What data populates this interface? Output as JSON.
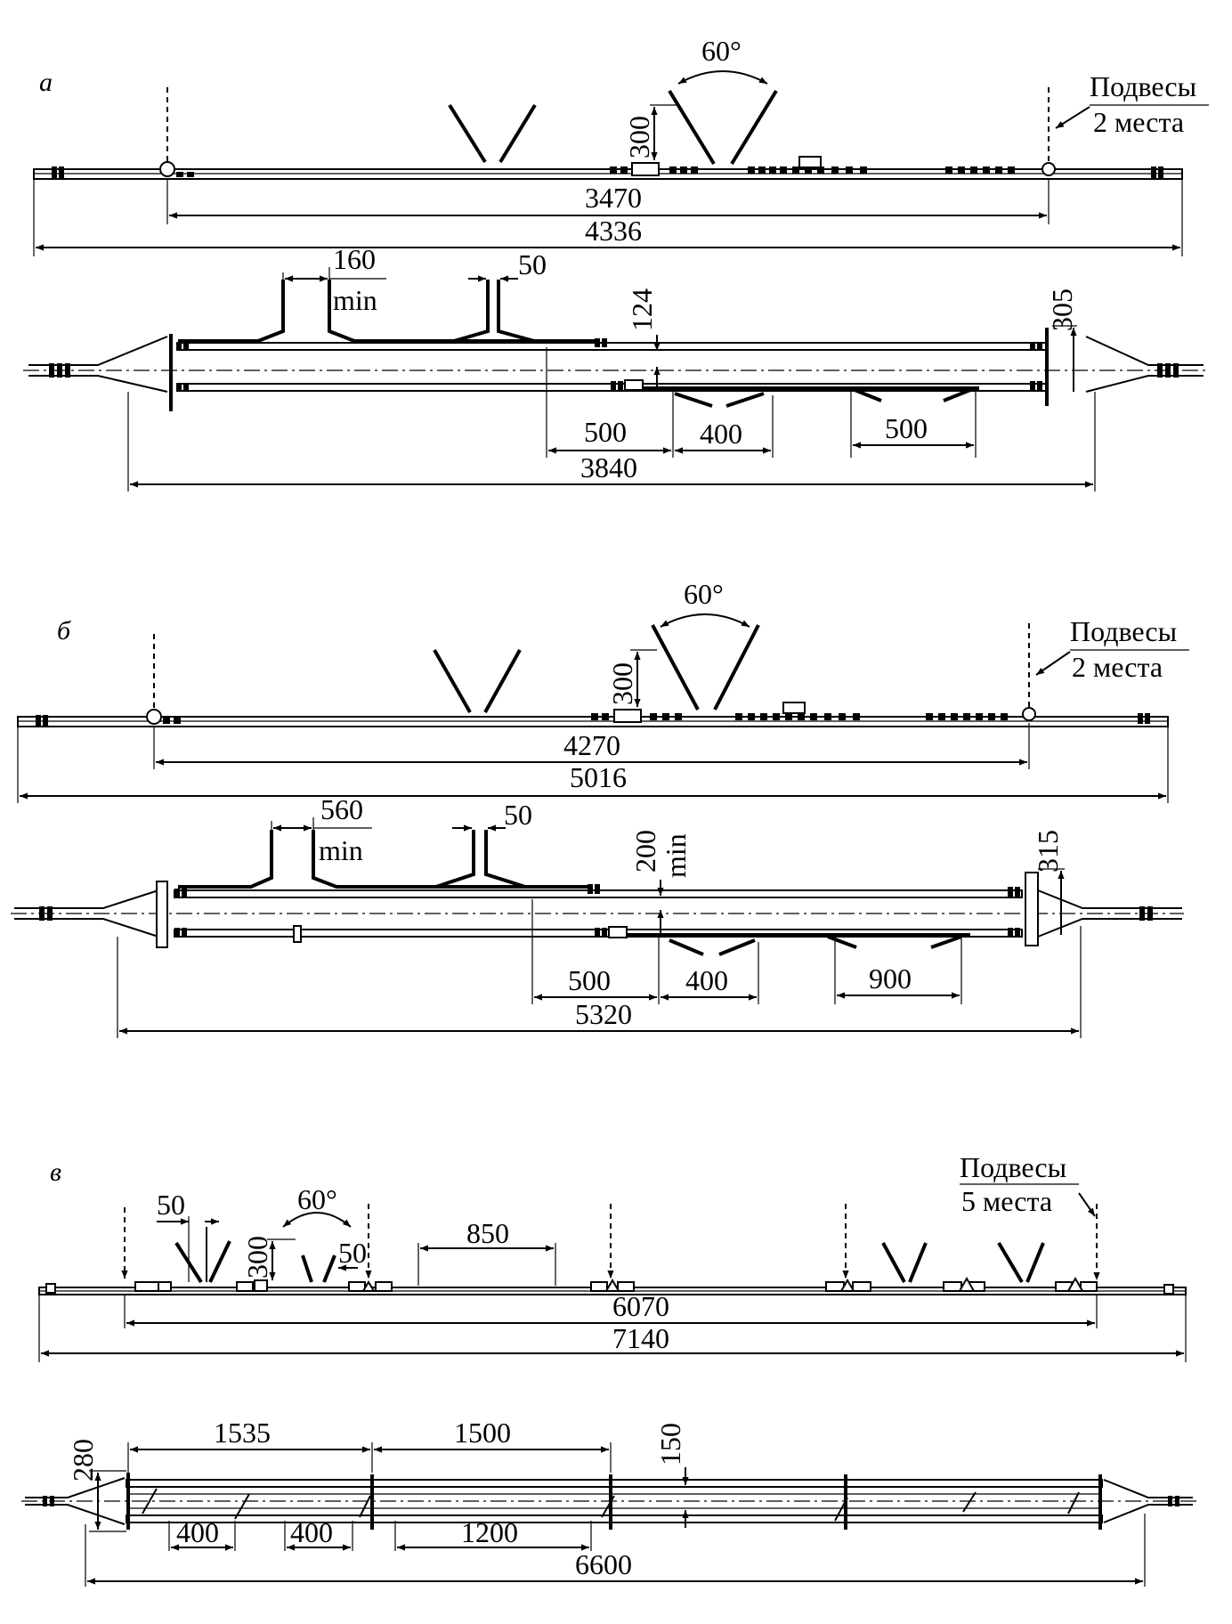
{
  "panels": {
    "a": {
      "label": "а",
      "side": {
        "angle": "60°",
        "height": "300",
        "inner_length": "3470",
        "total_length": "4336",
        "hangers_line1": "Подвесы",
        "hangers_line2": "2 места"
      },
      "plan": {
        "gap": "160",
        "gap_note": "min",
        "offset_small": "50",
        "vertical_gap": "124",
        "end_width": "305",
        "seg_500_left": "500",
        "seg_400": "400",
        "seg_500_right": "500",
        "length": "3840"
      }
    },
    "b": {
      "label": "б",
      "side": {
        "angle": "60°",
        "height": "300",
        "inner_length": "4270",
        "total_length": "5016",
        "hangers_line1": "Подвесы",
        "hangers_line2": "2 места"
      },
      "plan": {
        "gap": "560",
        "gap_note": "min",
        "offset_small": "50",
        "vertical_gap": "200",
        "vertical_gap_note": "min",
        "end_width": "315",
        "seg_500": "500",
        "seg_400": "400",
        "seg_900": "900",
        "length": "5320"
      }
    },
    "c": {
      "label": "в",
      "side": {
        "offset_small_1": "50",
        "angle": "60°",
        "height": "300",
        "offset_small_2": "50",
        "span": "850",
        "inner_length": "6070",
        "total_length": "7140",
        "hangers_line1": "Подвесы",
        "hangers_line2": "5 места"
      },
      "plan": {
        "end_width": "280",
        "span_1535": "1535",
        "span_1500": "1500",
        "vertical_gap": "150",
        "seg_400_a": "400",
        "seg_400_b": "400",
        "seg_1200": "1200",
        "length": "6600"
      }
    }
  }
}
